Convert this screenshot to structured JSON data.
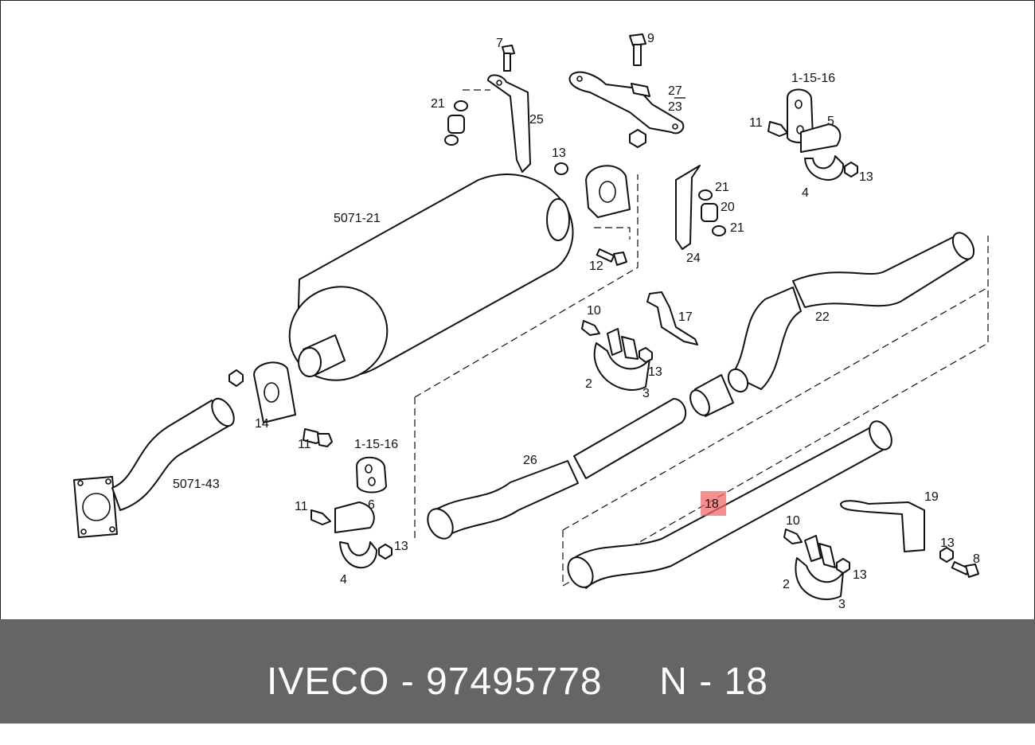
{
  "footer": {
    "brand": "IVECO",
    "separator": "-",
    "part_number": "97495778",
    "position_label": "N - 18"
  },
  "callouts": {
    "highlighted": "18",
    "c7": "7",
    "c9": "9",
    "c21a": "21",
    "c25": "25",
    "c27": "27",
    "c23": "23",
    "c1_15_16a": "1-15-16",
    "c11a": "11",
    "c5": "5",
    "c13a": "13",
    "c4a": "4",
    "c13b": "13",
    "c5071_21": "5071-21",
    "c21b": "21",
    "c20": "20",
    "c21c": "21",
    "c24": "24",
    "c12": "12",
    "c10a": "10",
    "c17": "17",
    "c22": "22",
    "c13c": "13",
    "c2a": "2",
    "c3a": "3",
    "c14": "14",
    "c11b": "11",
    "c1_15_16b": "1-15-16",
    "c26": "26",
    "c5071_43": "5071-43",
    "c11c": "11",
    "c6": "6",
    "c13d": "13",
    "c4b": "4",
    "c19": "19",
    "c10b": "10",
    "c13e": "13",
    "c8": "8",
    "c13f": "13",
    "c2b": "2",
    "c3b": "3"
  },
  "colors": {
    "highlight": "#f26b6b",
    "footer_bg": "#656565",
    "footer_text": "#ffffff",
    "line": "#111111"
  }
}
